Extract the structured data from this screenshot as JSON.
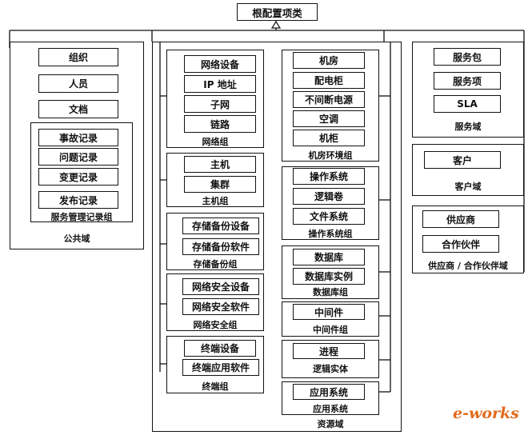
{
  "root": "根配置项类",
  "public_domain": {
    "label": "公共域",
    "items": [
      "组织",
      "人员",
      "文档"
    ],
    "record_group": {
      "label": "服务管理记录组",
      "items": [
        "事故记录",
        "问题记录",
        "变更记录",
        "发布记录"
      ]
    }
  },
  "resource_domain": {
    "label": "资源域",
    "left_groups": [
      {
        "label": "网络组",
        "items": [
          "网络设备",
          "IP 地址",
          "子网",
          "链路"
        ]
      },
      {
        "label": "主机组",
        "items": [
          "主机",
          "集群"
        ]
      },
      {
        "label": "存储备份组",
        "items": [
          "存储备份设备",
          "存储备份软件"
        ]
      },
      {
        "label": "网络安全组",
        "items": [
          "网络安全设备",
          "网络安全软件"
        ]
      },
      {
        "label": "终端组",
        "items": [
          "终端设备",
          "终端应用软件"
        ]
      }
    ],
    "right_groups": [
      {
        "label": "机房环境组",
        "items": [
          "机房",
          "配电柜",
          "不间断电源",
          "空调",
          "机柜"
        ]
      },
      {
        "label": "操作系统组",
        "items": [
          "操作系统",
          "逻辑卷",
          "文件系统"
        ]
      },
      {
        "label": "数据库组",
        "items": [
          "数据库",
          "数据库实例"
        ]
      },
      {
        "label": "中间件组",
        "items": [
          "中间件"
        ]
      },
      {
        "label": "逻辑实体",
        "items": [
          "进程"
        ]
      },
      {
        "label": "应用系统",
        "items": [
          "应用系统"
        ]
      }
    ]
  },
  "service_domain": {
    "label": "服务域",
    "items": [
      "服务包",
      "服务项",
      "SLA"
    ]
  },
  "customer_domain": {
    "label": "客户域",
    "items": [
      "客户"
    ]
  },
  "supplier_domain": {
    "label": "供应商 / 合作伙伴域",
    "items": [
      "供应商",
      "合作伙伴"
    ]
  },
  "logo_text": "e-works"
}
